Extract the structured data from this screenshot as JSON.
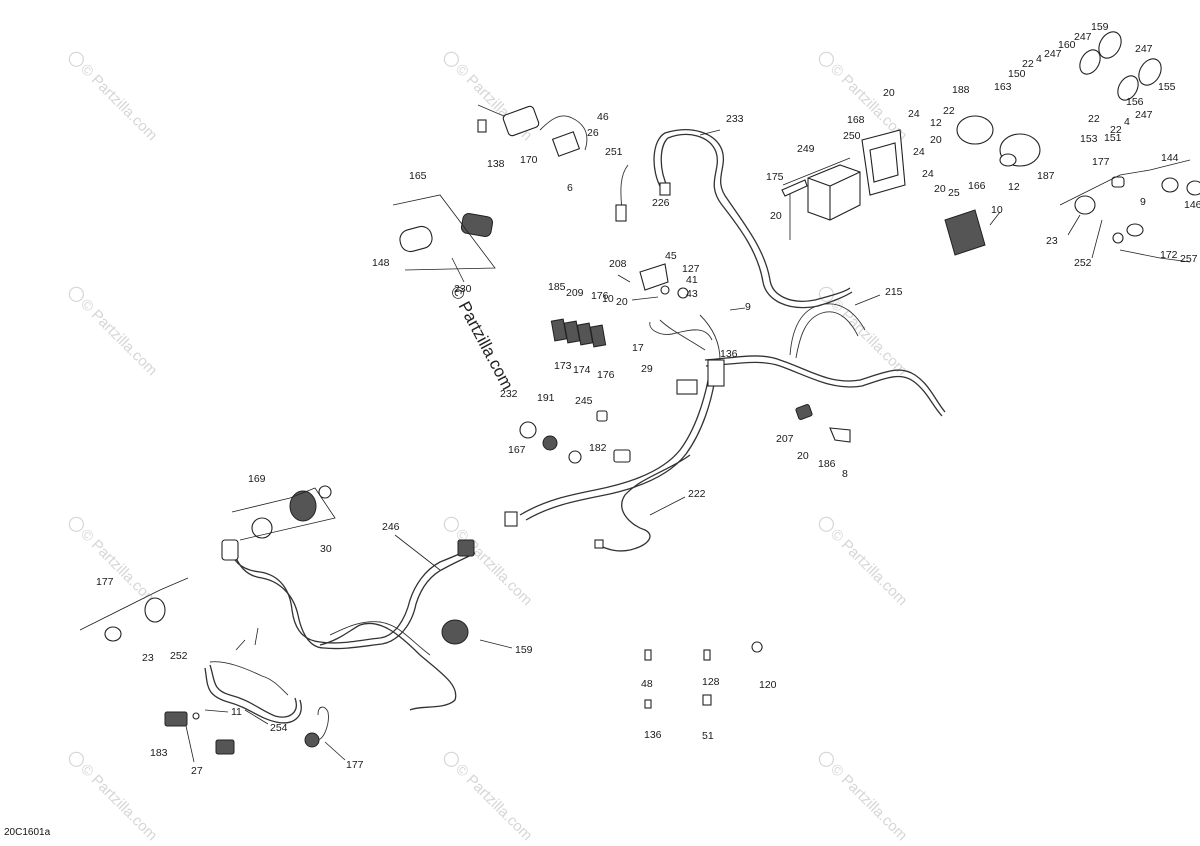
{
  "diagram": {
    "footer_code": "20C1601a",
    "watermark_text": "© Partzilla.com",
    "watermark_center_text": "© Partzilla.com",
    "labels": [
      "159",
      "247",
      "160",
      "247",
      "22",
      "4",
      "150",
      "163",
      "247",
      "155",
      "156",
      "247",
      "24",
      "20",
      "168",
      "188",
      "12",
      "22",
      "22",
      "151",
      "4",
      "22",
      "153",
      "250",
      "20",
      "24",
      "24",
      "20",
      "10",
      "187",
      "12",
      "177",
      "144",
      "9",
      "146",
      "25",
      "166",
      "233",
      "46",
      "26",
      "251",
      "6",
      "138",
      "170",
      "226",
      "249",
      "175",
      "20",
      "165",
      "148",
      "230",
      "208",
      "45",
      "127",
      "41",
      "43",
      "10",
      "20",
      "185",
      "209",
      "176",
      "173",
      "174",
      "176",
      "215",
      "9",
      "17",
      "29",
      "136",
      "232",
      "191",
      "245",
      "167",
      "182",
      "207",
      "20",
      "186",
      "8",
      "222",
      "169",
      "30",
      "246",
      "177",
      "23",
      "252",
      "159",
      "48",
      "128",
      "120",
      "11",
      "254",
      "183",
      "27",
      "177",
      "136",
      "51",
      "23",
      "252",
      "257",
      "172"
    ]
  }
}
